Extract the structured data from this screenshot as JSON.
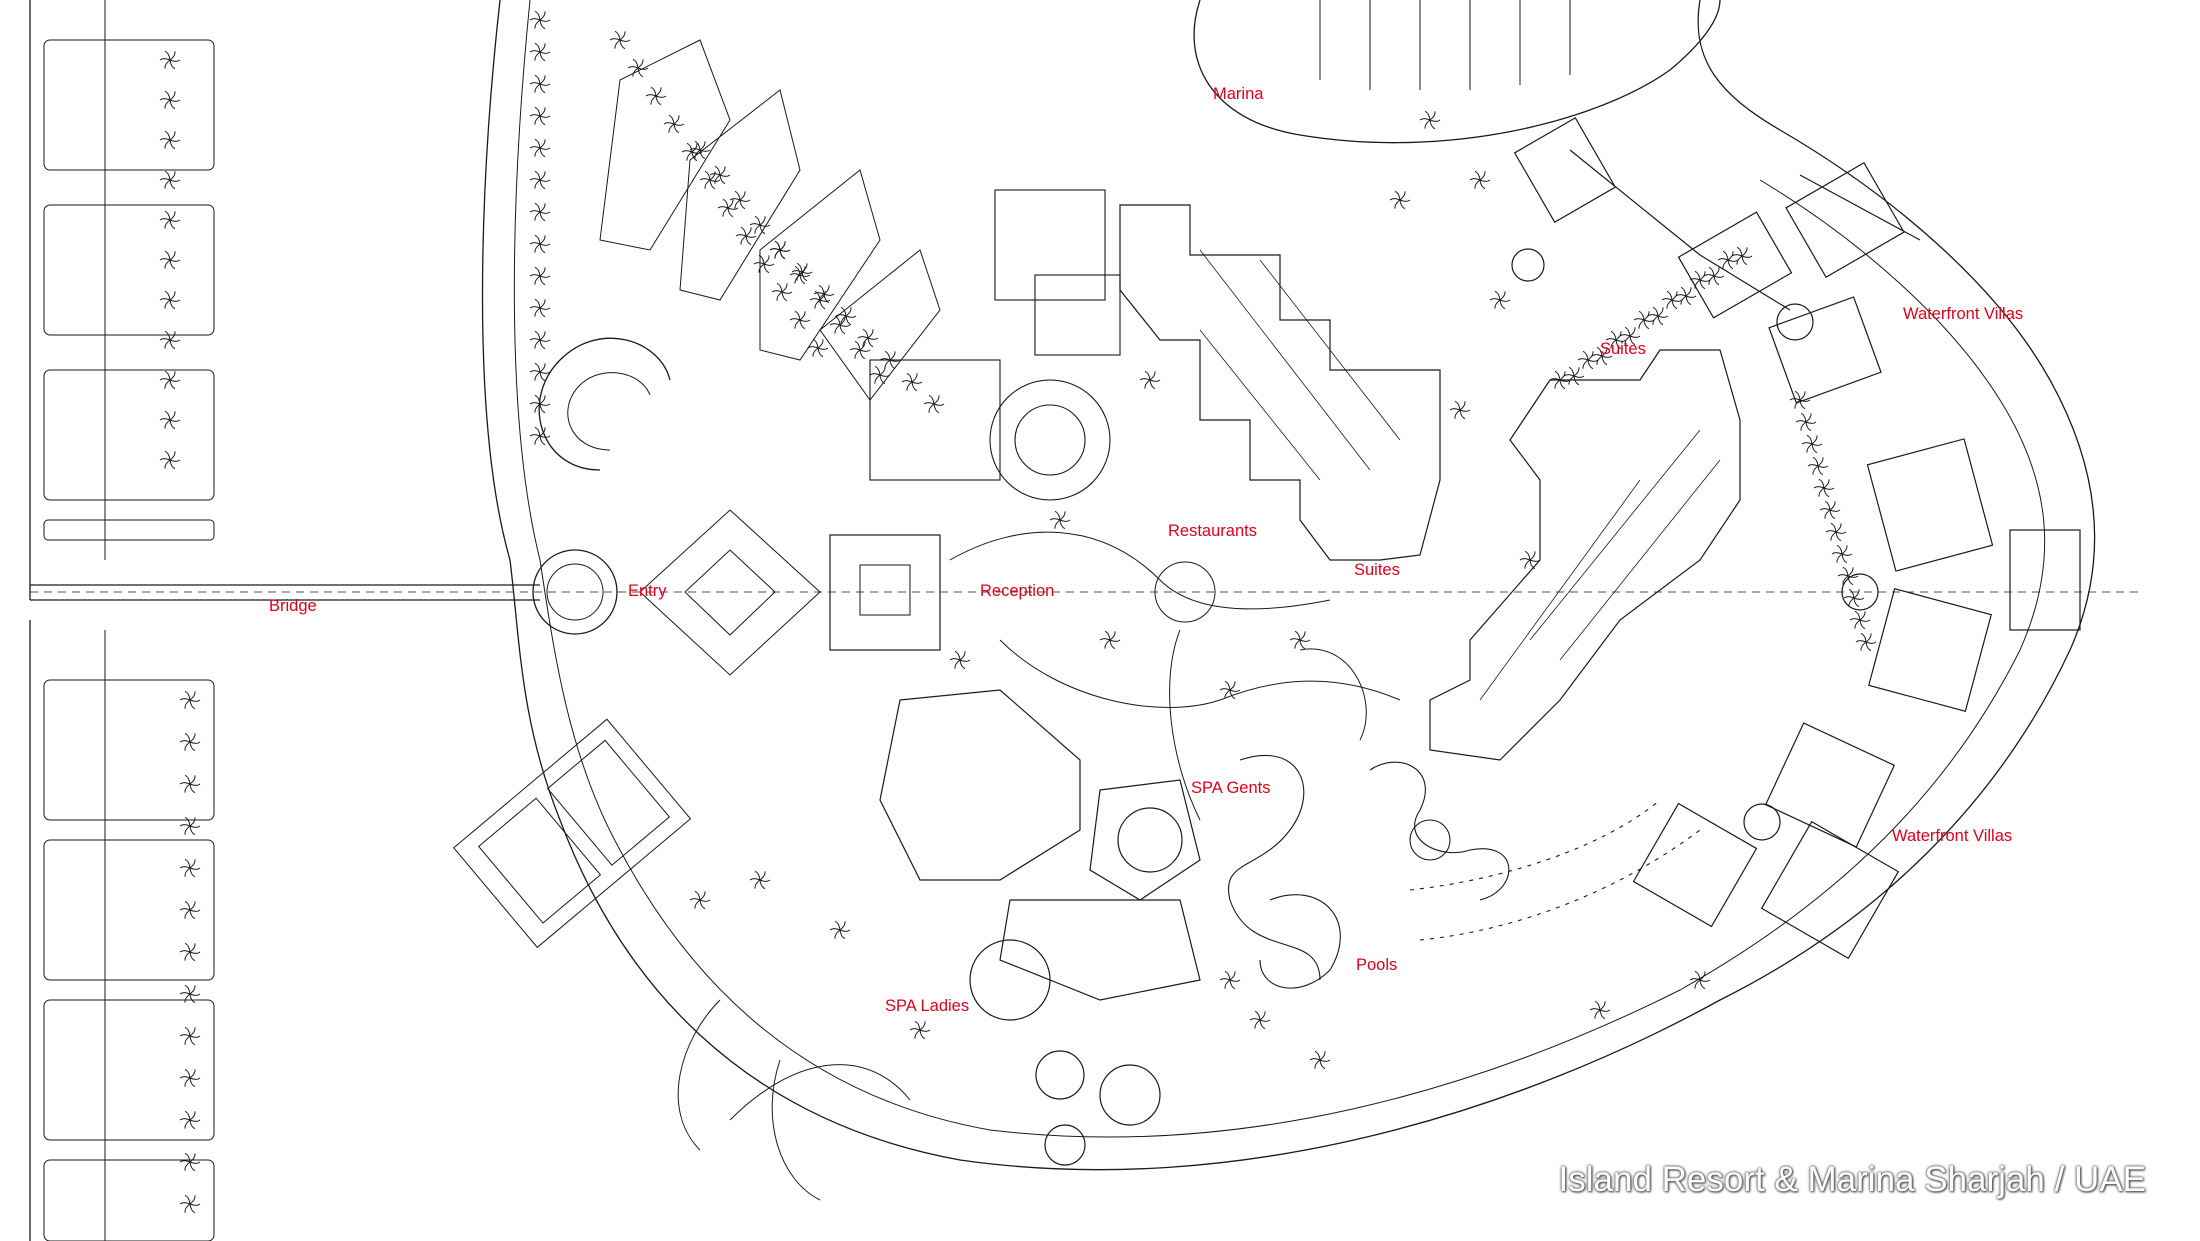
{
  "colors": {
    "line": "#1a1a1a",
    "label": "#e3001b",
    "background": "#ffffff",
    "caption": "#ffffff"
  },
  "labels": {
    "marina": "Marina",
    "waterfront_villas_top": "Waterfront Villas",
    "suites_upper": "Suites",
    "restaurants": "Restaurants",
    "suites_lower": "Suites",
    "entry": "Entry",
    "reception": "Reception",
    "bridge": "Bridge",
    "spa_gents": "SPA Gents",
    "waterfront_villas_bottom": "Waterfront Villas",
    "pools": "Pools",
    "spa_ladies": "SPA Ladies"
  },
  "caption": "Island Resort & Marina Sharjah / UAE"
}
